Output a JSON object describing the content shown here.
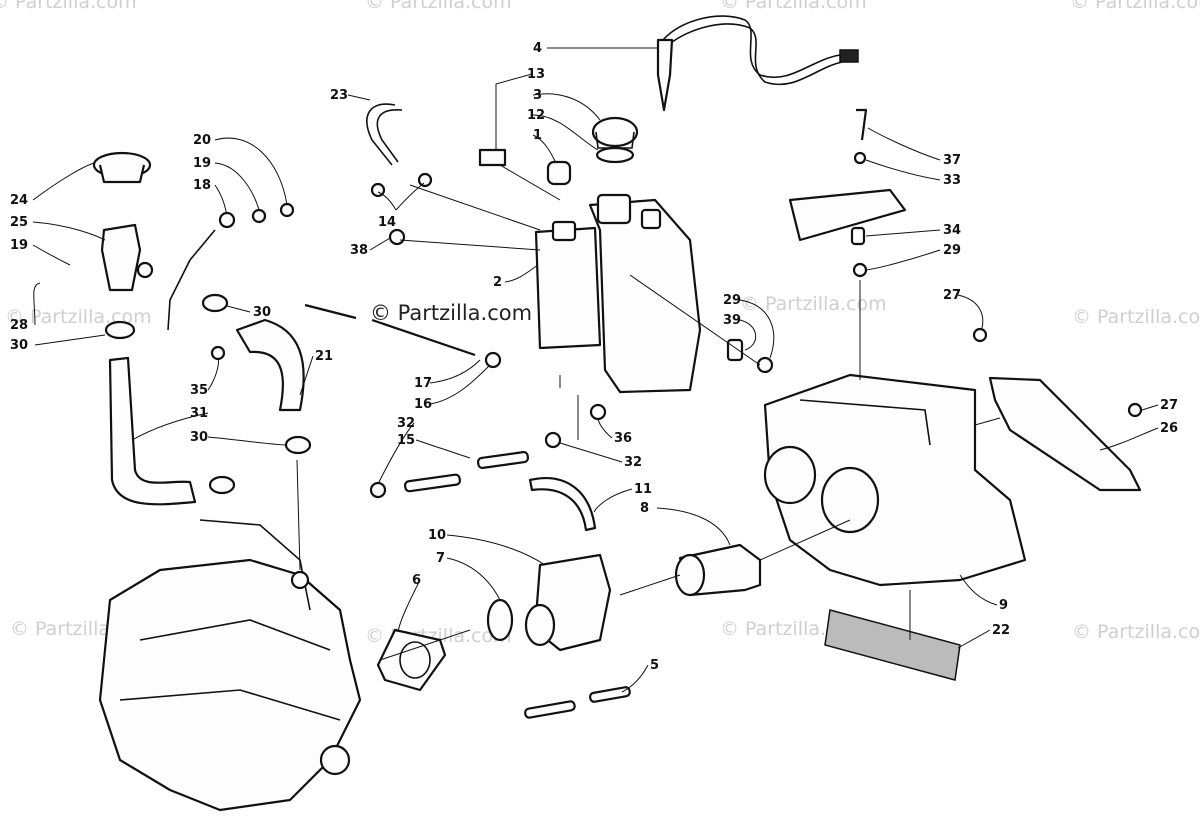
{
  "diagram": {
    "watermark": "© Partzilla.com",
    "callouts": [
      {
        "id": "c4",
        "text": "4"
      },
      {
        "id": "c13",
        "text": "13"
      },
      {
        "id": "c3",
        "text": "3"
      },
      {
        "id": "c12",
        "text": "12"
      },
      {
        "id": "c1",
        "text": "1"
      },
      {
        "id": "c23",
        "text": "23"
      },
      {
        "id": "c20",
        "text": "20"
      },
      {
        "id": "c19a",
        "text": "19"
      },
      {
        "id": "c18",
        "text": "18"
      },
      {
        "id": "c24",
        "text": "24"
      },
      {
        "id": "c25",
        "text": "25"
      },
      {
        "id": "c19b",
        "text": "19"
      },
      {
        "id": "c28",
        "text": "28"
      },
      {
        "id": "c30a",
        "text": "30"
      },
      {
        "id": "c30b",
        "text": "30"
      },
      {
        "id": "c14",
        "text": "14"
      },
      {
        "id": "c38",
        "text": "38"
      },
      {
        "id": "c2",
        "text": "2"
      },
      {
        "id": "c37",
        "text": "37"
      },
      {
        "id": "c33",
        "text": "33"
      },
      {
        "id": "c34",
        "text": "34"
      },
      {
        "id": "c29a",
        "text": "29"
      },
      {
        "id": "c29b",
        "text": "29"
      },
      {
        "id": "c39",
        "text": "39"
      },
      {
        "id": "c27a",
        "text": "27"
      },
      {
        "id": "c27b",
        "text": "27"
      },
      {
        "id": "c26",
        "text": "26"
      },
      {
        "id": "c21",
        "text": "21"
      },
      {
        "id": "c35",
        "text": "35"
      },
      {
        "id": "c31",
        "text": "31"
      },
      {
        "id": "c30c",
        "text": "30"
      },
      {
        "id": "c17",
        "text": "17"
      },
      {
        "id": "c16",
        "text": "16"
      },
      {
        "id": "c32a",
        "text": "32"
      },
      {
        "id": "c15",
        "text": "15"
      },
      {
        "id": "c32b",
        "text": "32"
      },
      {
        "id": "c36",
        "text": "36"
      },
      {
        "id": "c11",
        "text": "11"
      },
      {
        "id": "c8",
        "text": "8"
      },
      {
        "id": "c10",
        "text": "10"
      },
      {
        "id": "c7",
        "text": "7"
      },
      {
        "id": "c6",
        "text": "6"
      },
      {
        "id": "c9",
        "text": "9"
      },
      {
        "id": "c22",
        "text": "22"
      },
      {
        "id": "c5",
        "text": "5"
      }
    ]
  }
}
